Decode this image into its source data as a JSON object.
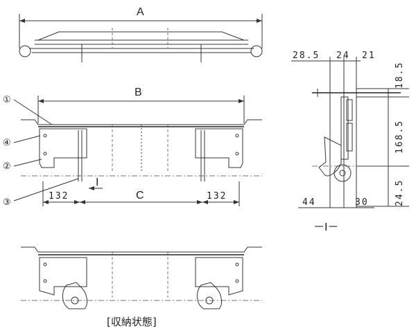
{
  "labels": {
    "a": "A",
    "b": "B",
    "c": "C",
    "c1": "①",
    "c2": "②",
    "c3": "③",
    "c4": "④",
    "section_mark": "I",
    "d132_left": "132",
    "d132_right": "132",
    "d28_5": "28.5",
    "d24": "24",
    "d21": "21",
    "d18_5": "18.5",
    "d168_5": "168.5",
    "d24_5": "24.5",
    "d44": "44",
    "d30": "30",
    "section_title": "－I－",
    "caption": "[収納状態]"
  }
}
